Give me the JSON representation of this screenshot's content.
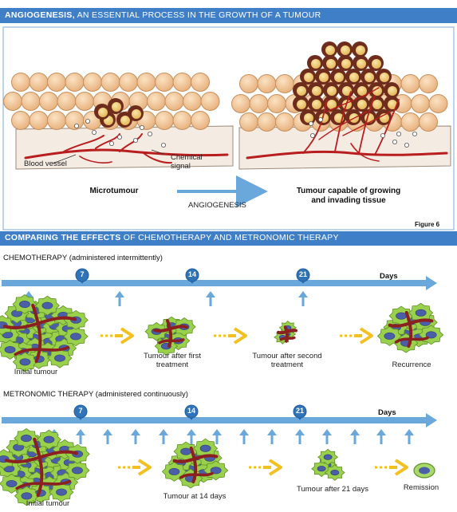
{
  "top": {
    "header_bold": "ANGIOGENESIS,",
    "header_rest": "AN ESSENTIAL PROCESS IN THE GROWTH OF A TUMOUR",
    "blood_vessel_label": "Blood vessel",
    "chemical_signal_label": "Chemical signal",
    "microtumour_label": "Microtumour",
    "arrow_label": "ANGIOGENESIS",
    "growing_label": "Tumour capable of growing and invading tissue",
    "figure_label": "Figure 6"
  },
  "bottom": {
    "header_bold": "COMPARING THE EFFECTS",
    "header_rest": "OF CHEMOTHERAPY AND METRONOMIC THERAPY"
  },
  "chemo": {
    "title_bold": "CHEMOTHERAPY",
    "title_rest": "(administered intermittently)",
    "ticks": [
      "7",
      "14",
      "21"
    ],
    "days_label": "Days",
    "stages": [
      "Initial tumour",
      "Tumour after first treatment",
      "Tumour after second treatment",
      "Recurrence"
    ]
  },
  "metro": {
    "title_bold": "METRONOMIC THERAPY",
    "title_rest": "(administered continuously)",
    "ticks": [
      "7",
      "14",
      "21"
    ],
    "days_label": "Days",
    "stages": [
      "Initial tumour",
      "Tumour at 14 days",
      "Tumour after 21 days",
      "Remission"
    ]
  },
  "colors": {
    "header_blue": "#3f7fc8",
    "axis_blue": "#6aa8dc",
    "tick_blue": "#2f73b8",
    "cell_peach": "#f3c89a",
    "tumour_dark": "#6e2c1c",
    "tumour_cell_yellow": "#f3d27a",
    "vessel_red": "#b81e1e",
    "green_cell": "#9ad14c",
    "yellow_arrow": "#f2c021"
  }
}
